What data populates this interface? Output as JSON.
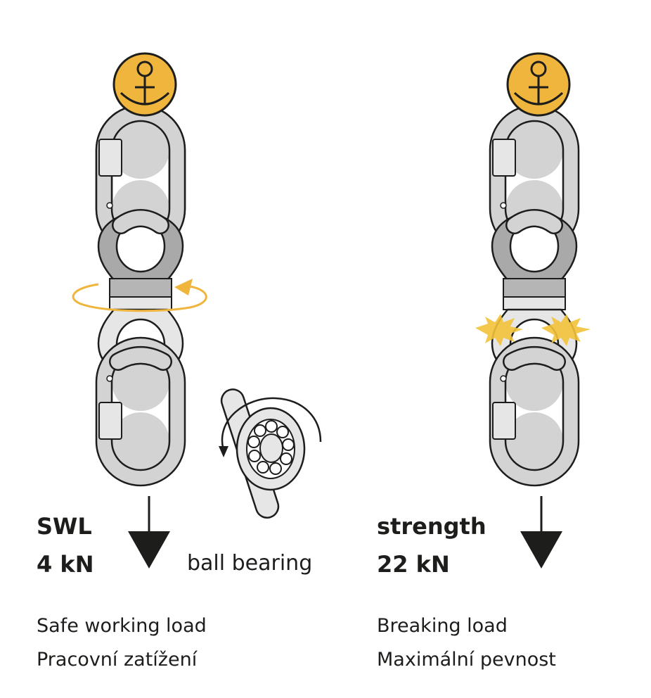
{
  "left_panel": {
    "label": "SWL",
    "value": "4 kN",
    "desc_en": "Safe working load",
    "desc_cs": "Pracovní zatížení"
  },
  "ball_bearing": {
    "label": "ball bearing"
  },
  "right_panel": {
    "label": "strength",
    "value": "22 kN",
    "desc_en": "Breaking load",
    "desc_cs": "Maximální pevnost"
  },
  "colors": {
    "anchor_fill": "#f0b53c",
    "rotation_arrow": "#f0b53c",
    "stress_burst": "#f3c23a",
    "carabiner": "#d3d3d3",
    "swivel_dark": "#a9a9a9",
    "outline": "#1d1d1b"
  },
  "icons": {
    "anchor": "anchor-icon",
    "load_arrow": "down-arrow-icon",
    "rotation": "rotation-arrow-icon",
    "burst": "stress-burst-icon",
    "bearing": "ball-bearing-icon"
  }
}
